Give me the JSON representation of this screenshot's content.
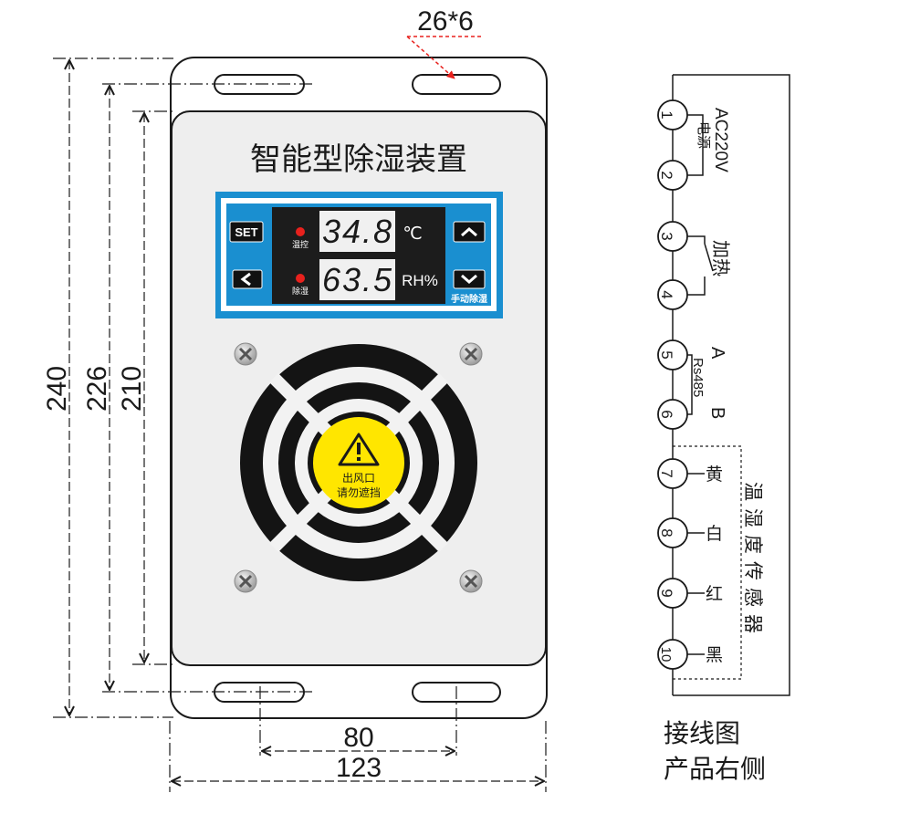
{
  "device": {
    "title": "智能型除湿装置",
    "vent_label_1": "出风口",
    "vent_label_2": "请勿遮挡"
  },
  "panel": {
    "set_button": "SET",
    "temperature_value": "34.8",
    "temperature_unit": "℃",
    "humidity_value": "63.5",
    "humidity_unit": "RH%",
    "temp_led_label": "温控",
    "dehumid_led_label": "除湿",
    "manual_dehumid_label": "手动除湿"
  },
  "dimensions": {
    "slot_size": "26*6",
    "height_outer": "240",
    "height_middle": "226",
    "height_inner": "210",
    "width_mount": "80",
    "width_outer": "123"
  },
  "wiring": {
    "terminals": [
      "1",
      "2",
      "3",
      "4",
      "5",
      "6",
      "7",
      "8",
      "9",
      "10"
    ],
    "power_voltage": "AC220V",
    "power_label": "电源",
    "heater_label": "加热",
    "rs485_a": "A",
    "rs485_label": "Rs485",
    "rs485_b": "B",
    "wire_colors": [
      "黄",
      "白",
      "红",
      "黑"
    ],
    "sensor_label": "温湿度传感器",
    "caption_1": "接线图",
    "caption_2": "产品右侧"
  },
  "colors": {
    "panel_blue": "#1a8fd0",
    "warning_yellow": "#ffe600",
    "led_red": "#e8211d",
    "dimension_red": "#e8211d"
  }
}
